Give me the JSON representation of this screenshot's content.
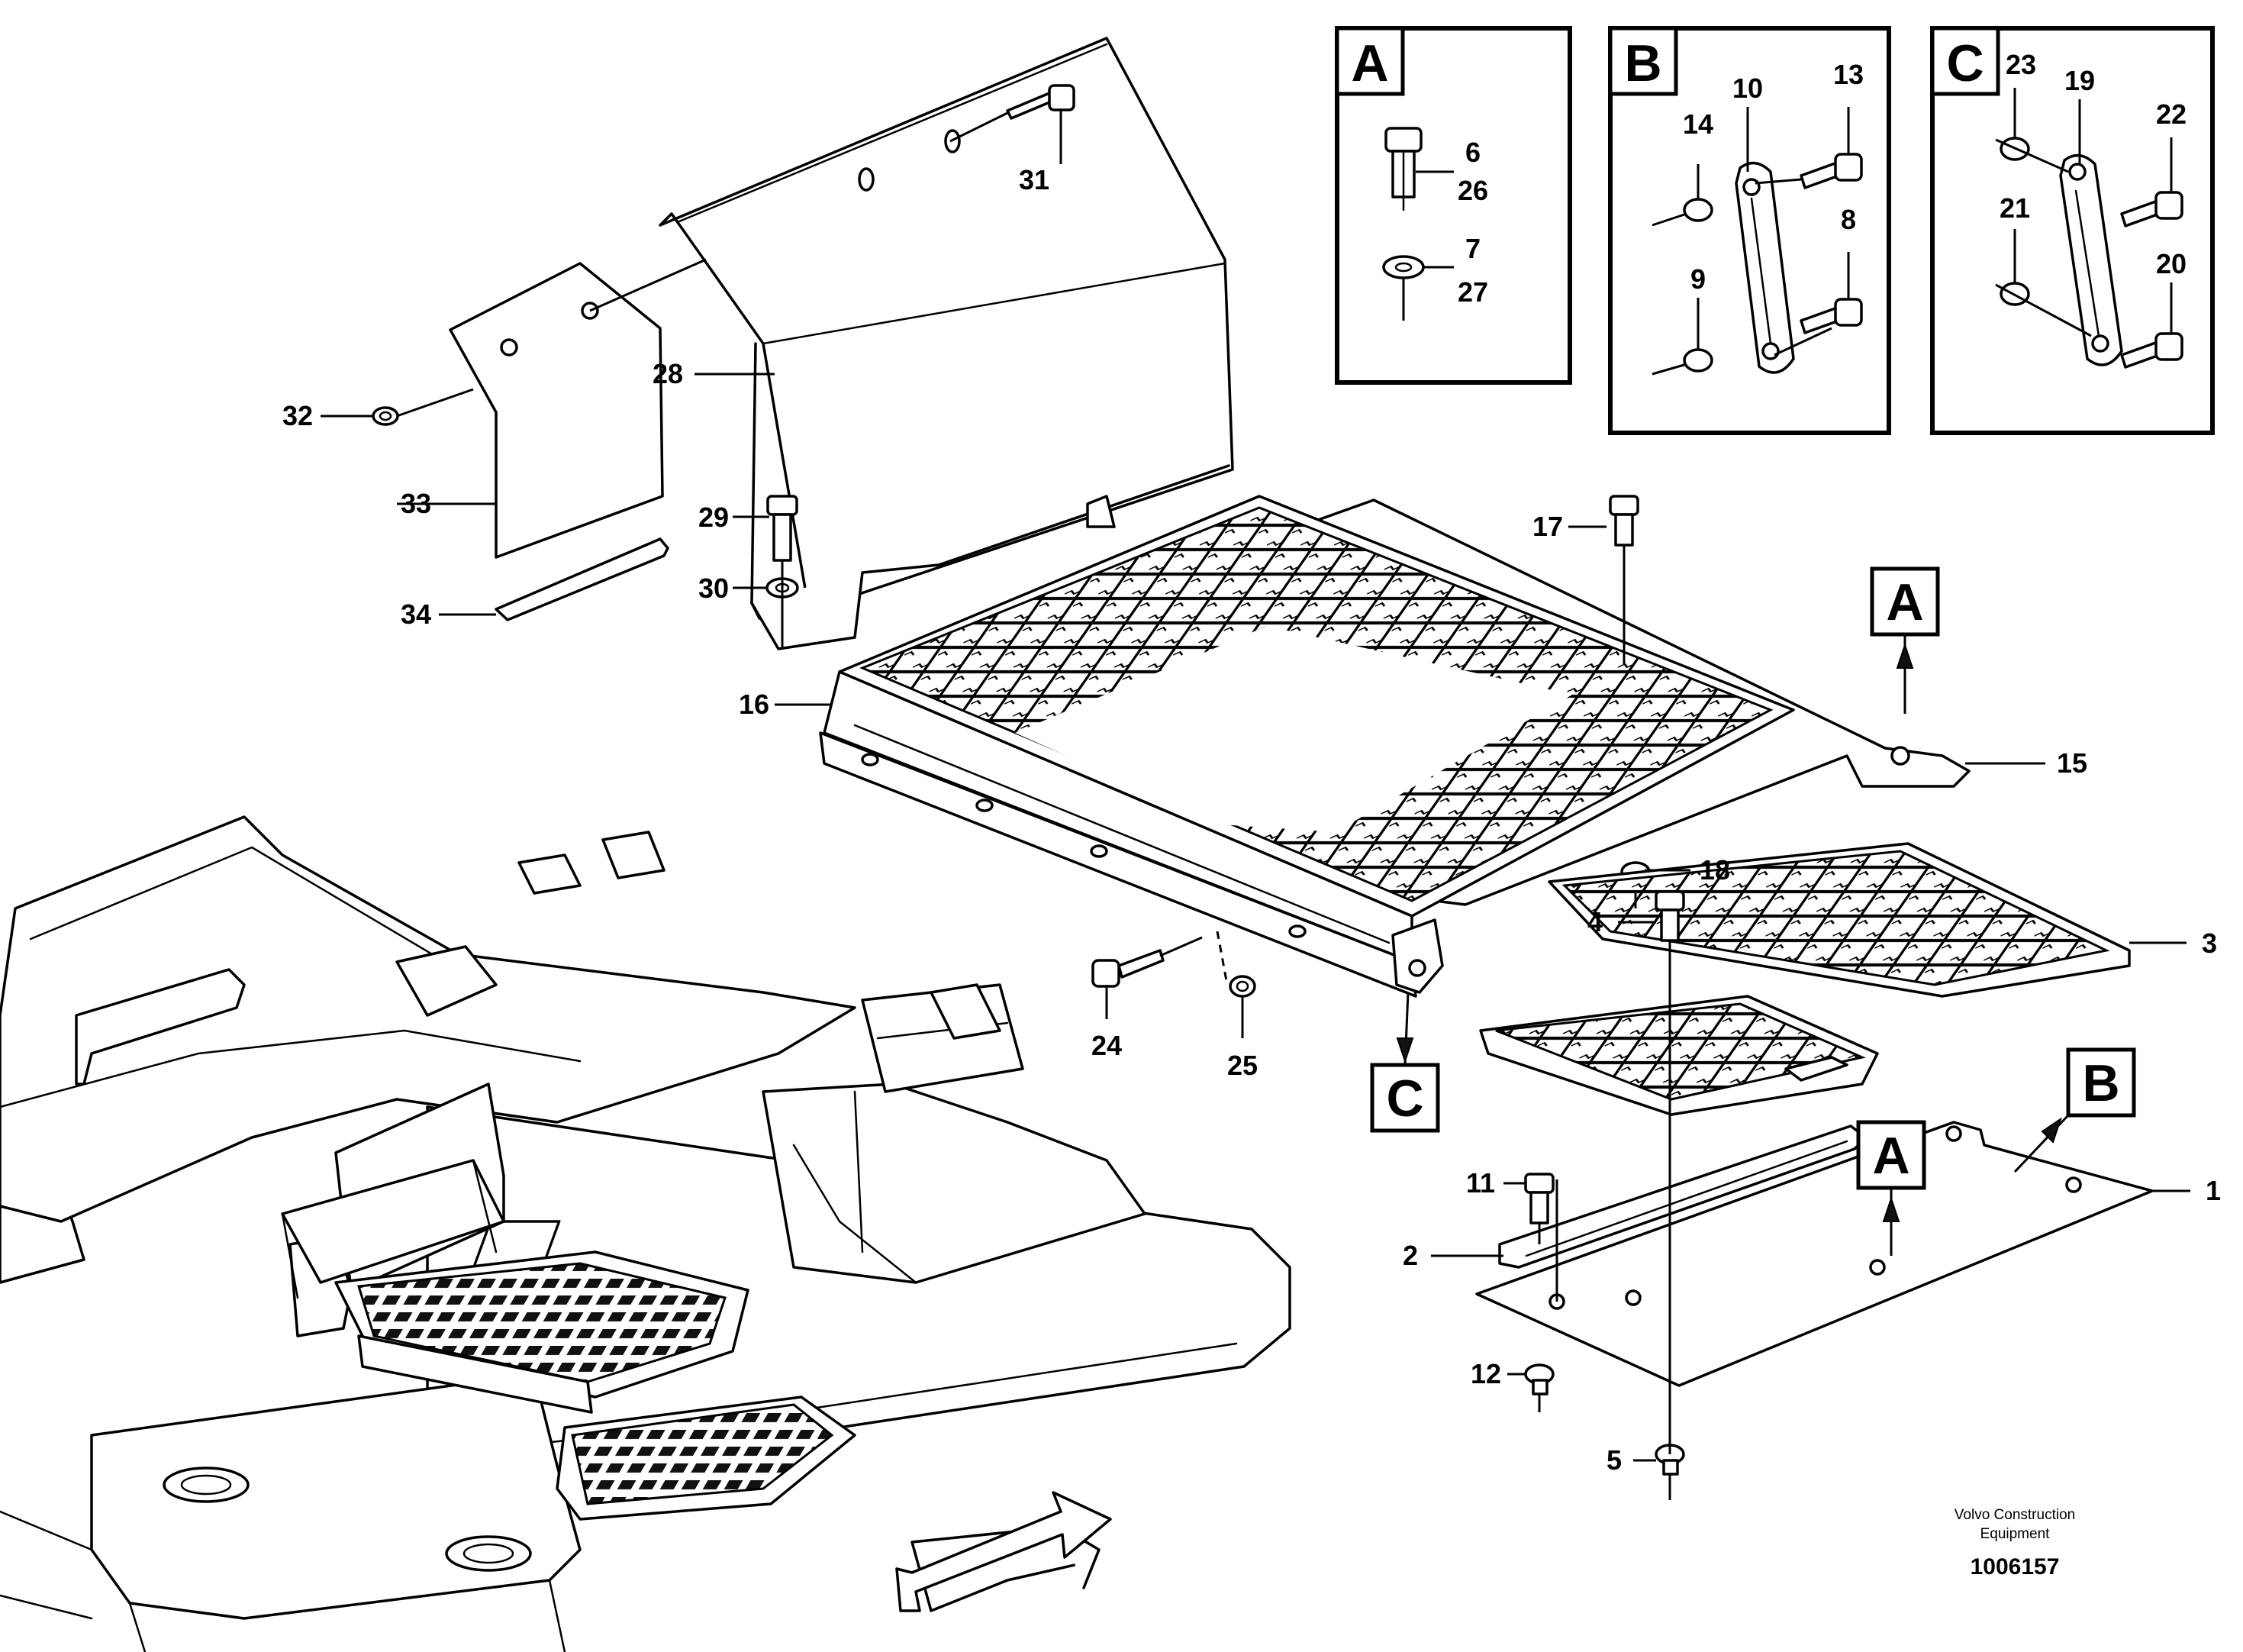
{
  "callouts": [
    "1",
    "2",
    "3",
    "4",
    "5",
    "6",
    "7",
    "8",
    "9",
    "10",
    "11",
    "12",
    "13",
    "14",
    "15",
    "16",
    "17",
    "18",
    "19",
    "20",
    "21",
    "22",
    "23",
    "24",
    "25",
    "26",
    "27",
    "28",
    "29",
    "30",
    "31",
    "32",
    "33",
    "34"
  ],
  "detail_views": {
    "A": {
      "letter": "A",
      "labels": [
        "6",
        "26",
        "7",
        "27"
      ]
    },
    "B": {
      "letter": "B",
      "labels": [
        "10",
        "13",
        "14",
        "8",
        "9"
      ]
    },
    "C": {
      "letter": "C",
      "labels": [
        "23",
        "19",
        "22",
        "21",
        "20"
      ]
    }
  },
  "view_markers": [
    "A",
    "A",
    "B",
    "C"
  ],
  "footer": {
    "line1": "Volvo Construction",
    "line2": "Equipment",
    "doc_number": "1006157"
  }
}
